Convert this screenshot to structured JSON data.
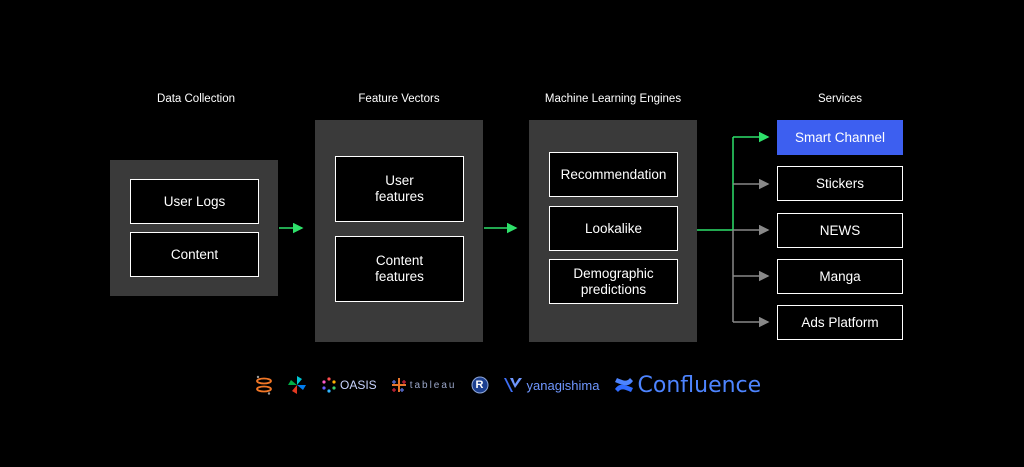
{
  "sections": {
    "data_collection": "Data Collection",
    "feature_vectors": "Feature Vectors",
    "ml_engines": "Machine Learning Engines",
    "services": "Services"
  },
  "data_collection": [
    "User Logs",
    "Content"
  ],
  "feature_vectors": [
    "User\nfeatures",
    "Content\nfeatures"
  ],
  "ml_engines": [
    "Recommendation",
    "Lookalike",
    "Demographic\npredictions"
  ],
  "services": [
    "Smart Channel",
    "Stickers",
    "NEWS",
    "Manga",
    "Ads Platform"
  ],
  "active_service": "Smart Channel",
  "colors": {
    "accent_green": "#2ee06a",
    "active_blue": "#3d5ff0",
    "arrow_gray": "#888888"
  },
  "logos": [
    "jupyter",
    "airflow",
    "OASIS",
    "tableau",
    "R",
    "yanagishima",
    "Confluence"
  ]
}
